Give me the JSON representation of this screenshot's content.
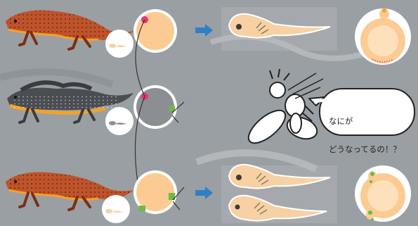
{
  "speech_bubble": {
    "line1": "なにが",
    "line2": "どうなってるの！？"
  },
  "colors": {
    "background": "#9a9fa3",
    "newt_orange": "#c0532a",
    "newt_belly": "#f3a229",
    "newt_dark": "#4a4d52",
    "egg_peach": "#fbcb93",
    "egg_gray": "#8b8f93",
    "tadpole": "#f7d1a3",
    "arrow_blue": "#2f7fc4",
    "nucleus_pink": "#e43a6a",
    "cell_green": "#6cbb3c"
  },
  "rows": [
    {
      "newt": "alpine-newt",
      "egg": "orange-egg",
      "result": "normal-tadpole"
    },
    {
      "newt": "crested-newt",
      "egg": "gray-egg",
      "result": "confused-fly"
    },
    {
      "newt": "alpine-newt",
      "egg": "grafted-egg",
      "result": "twin-tadpole"
    }
  ]
}
